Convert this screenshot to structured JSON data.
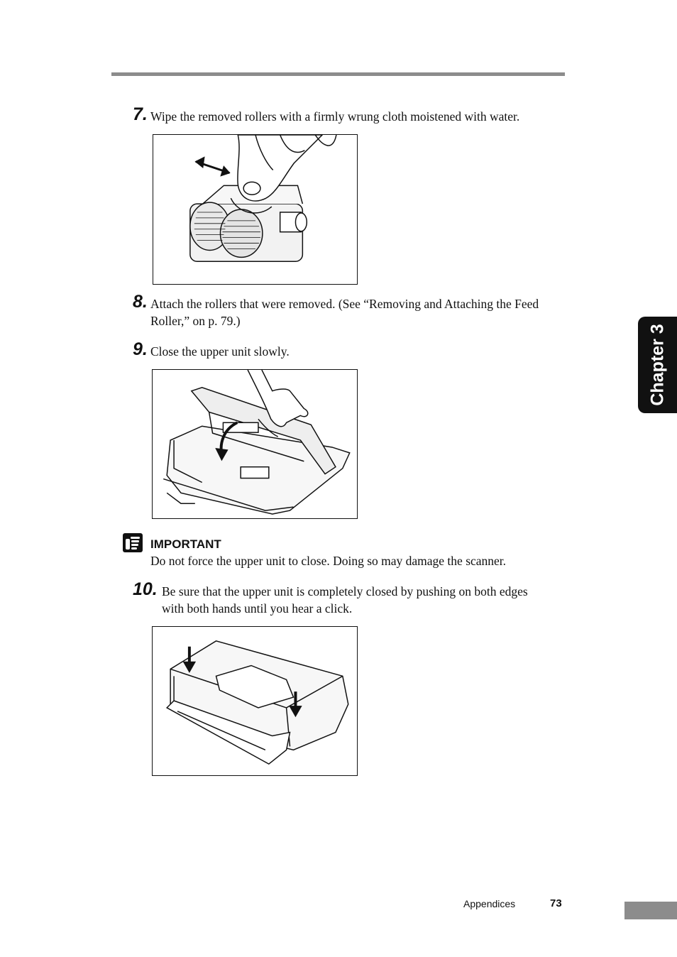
{
  "steps": [
    {
      "number": "7.",
      "text": "Wipe the removed rollers with a firmly wrung cloth moistened with water."
    },
    {
      "number": "8.",
      "line1": "Attach the rollers that were removed. (See “Removing and Attaching the Feed",
      "line2": "Roller,” on p. 79.)"
    },
    {
      "number": "9.",
      "text": "Close the upper unit slowly."
    },
    {
      "number": "10.",
      "line1": "Be sure that the upper unit is completely closed by pushing on both edges",
      "line2": "with both hands until you hear a click."
    }
  ],
  "important": {
    "title": "IMPORTANT",
    "text": "Do not force the upper unit to close. Doing so may damage the scanner.",
    "icon": "hand-pointing-icon"
  },
  "chapter_tab": "Chapter 3",
  "footer": {
    "section": "Appendices",
    "page": "73"
  },
  "colors": {
    "rule_gray": "#8c8c8c",
    "tab_black": "#111111"
  }
}
